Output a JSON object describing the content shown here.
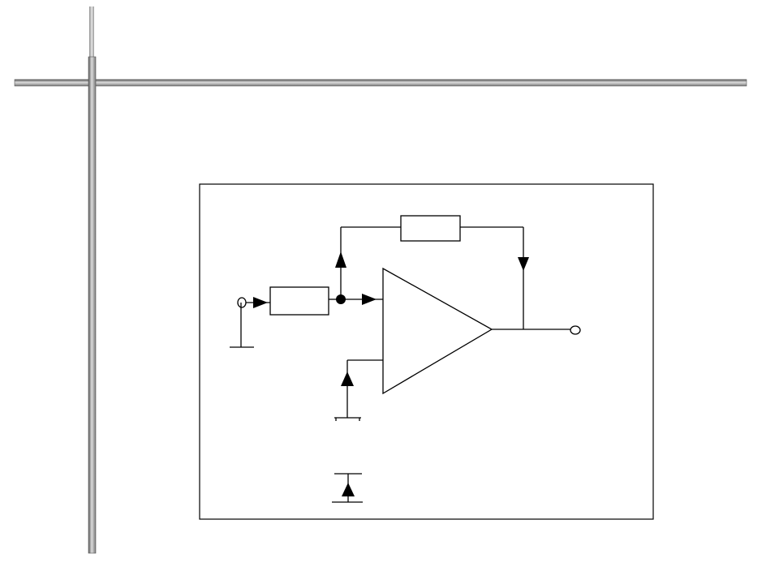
{
  "slide": {
    "background": "#ffffff",
    "frame_bar_colors": [
      "#6e6e6e",
      "#d8d8d8",
      "#9a9a9a"
    ]
  },
  "diagram": {
    "type": "inverting-op-amp-schematic",
    "stroke_color": "#000000",
    "components": [
      "input-terminal",
      "input-ground",
      "input-resistor",
      "summing-junction",
      "feedback-resistor",
      "op-amp",
      "noninverting-ground",
      "output-terminal",
      "diode-symbol"
    ]
  }
}
